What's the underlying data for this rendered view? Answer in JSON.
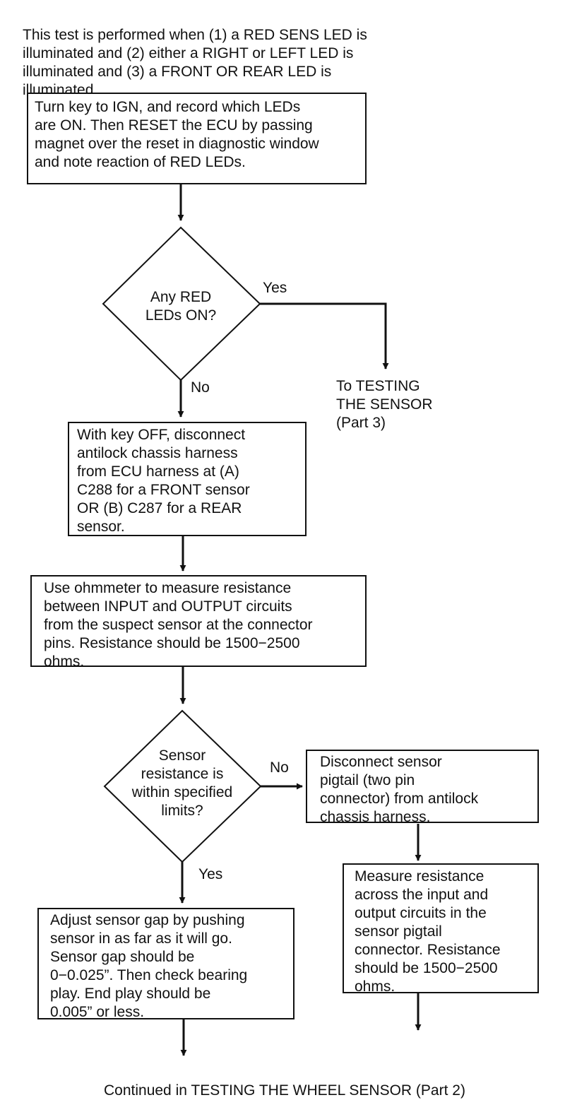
{
  "intro": [
    "This test is performed when (1) a RED SENS LED is",
    "illuminated and (2) either a RIGHT or LEFT LED is",
    "illuminated and (3) a FRONT OR REAR LED is",
    "illuminated."
  ],
  "step1": [
    "Turn key to IGN, and record which LEDs",
    "are ON. Then RESET the ECU by passing",
    "magnet over the reset in diagnostic window",
    "and note reaction of RED LEDs."
  ],
  "decision1": [
    "Any RED",
    "LEDs ON?"
  ],
  "decision1_yes": "Yes",
  "decision1_no": "No",
  "yes_target": [
    "To TESTING",
    "THE SENSOR",
    "(Part 3)"
  ],
  "step2": [
    "With key OFF, disconnect",
    "antilock chassis harness",
    "from ECU harness at (A)",
    "C288 for a FRONT sensor",
    "OR (B) C287 for a REAR",
    "sensor."
  ],
  "step3": [
    "Use ohmmeter to measure resistance",
    "between INPUT and OUTPUT circuits",
    "from the suspect sensor at the connector",
    "pins. Resistance should be 1500−2500",
    "ohms."
  ],
  "decision2": [
    "Sensor",
    "resistance is",
    "within specified",
    "limits?"
  ],
  "decision2_no": "No",
  "decision2_yes": "Yes",
  "step_no": [
    "Disconnect sensor",
    "pigtail (two pin",
    "connector) from antilock",
    "chassis harness."
  ],
  "step_measure": [
    "Measure resistance",
    "across the input and",
    "output circuits in the",
    "sensor pigtail",
    "connector. Resistance",
    "should be 1500−2500",
    "ohms."
  ],
  "step_yes": [
    "Adjust sensor gap by pushing",
    "sensor in as far as it will go.",
    "Sensor gap should be",
    "0−0.025”. Then check bearing",
    "play. End play should be",
    "0.005” or less."
  ],
  "footer": "Continued in TESTING THE WHEEL SENSOR (Part 2)"
}
